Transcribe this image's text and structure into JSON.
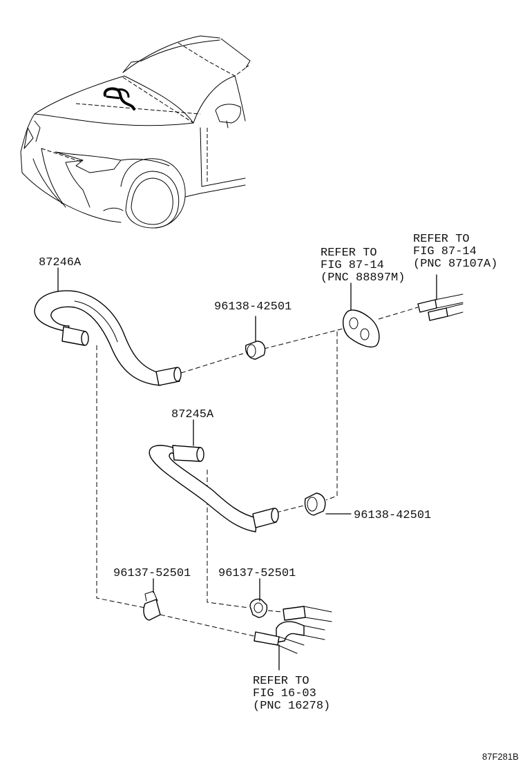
{
  "diagram_id": "87F281B",
  "parts": {
    "hose_upper": "87246A",
    "hose_lower": "87245A"
  },
  "clamps": {
    "upper": "96138-42501",
    "right": "96138-42501",
    "bottom_left": "96137-52501",
    "bottom_mid": "96137-52501"
  },
  "refs": {
    "grommet": {
      "line1": "REFER TO",
      "line2": "FIG 87-14",
      "line3": "(PNC 88897M)"
    },
    "pipes": {
      "line1": "REFER TO",
      "line2": "FIG 87-14",
      "line3": "(PNC 87107A)"
    },
    "engine": {
      "line1": "REFER TO",
      "line2": "FIG 16-03",
      "line3": "(PNC 16278)"
    }
  },
  "icons": [
    "car-front-view-icon",
    "hose-icon",
    "clamp-icon",
    "grommet-icon",
    "pipe-icon"
  ]
}
